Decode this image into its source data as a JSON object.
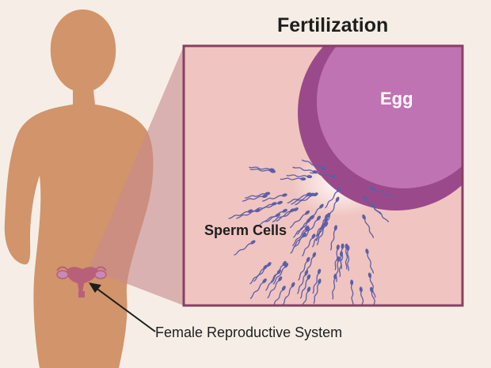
{
  "title": "Fertilization",
  "labels": {
    "egg": "Egg",
    "sperm": "Sperm Cells",
    "system": "Female Reproductive System"
  },
  "colors": {
    "background": "#f6eee6",
    "body": "#d2946a",
    "panel": "#f0c4c0",
    "panel_border": "#8a3f62",
    "egg": "#c073b2",
    "egg_rim": "#9a4a8a",
    "sperm": "#5c5fa6",
    "organ": "#b8607a"
  },
  "icons": {
    "silhouette": "female-silhouette-icon",
    "organ": "uterus-icon",
    "arrow": "pointer-arrow-icon"
  }
}
